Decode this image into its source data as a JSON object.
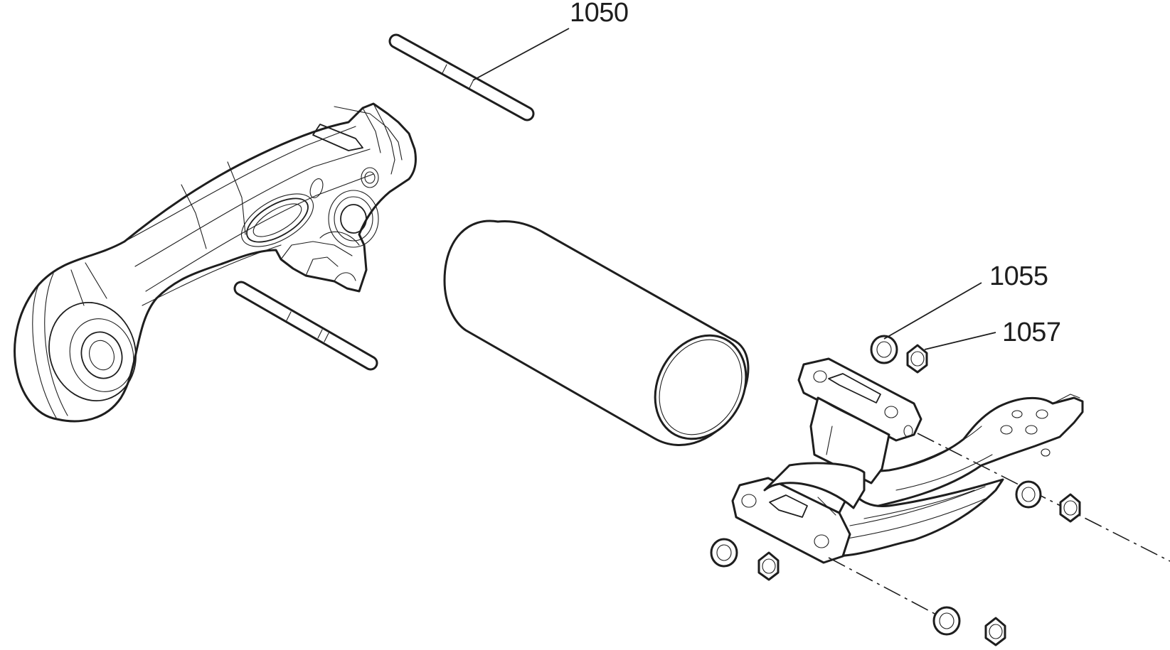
{
  "callouts": {
    "bolt": "1050",
    "washer": "1055",
    "nut": "1057"
  },
  "colors": {
    "line": "#1e1e1e",
    "background": "#ffffff"
  }
}
